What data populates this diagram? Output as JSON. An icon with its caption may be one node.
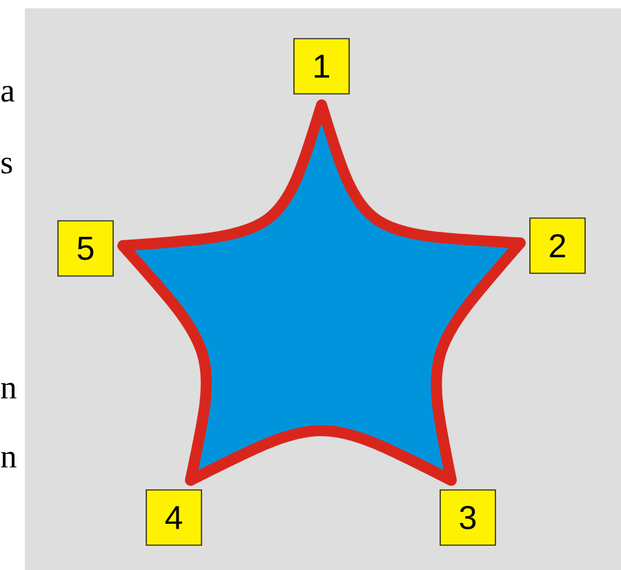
{
  "diagram": {
    "nodes": [
      {
        "text": [],
        "shape": "star"
      },
      {
        "text": [
          "1"
        ]
      },
      {
        "text": [
          "2"
        ]
      },
      {
        "text": [
          "3"
        ]
      },
      {
        "text": [
          "4"
        ]
      },
      {
        "text": [
          "5"
        ]
      }
    ],
    "labels": [
      "a",
      "s",
      "n",
      "n"
    ]
  }
}
